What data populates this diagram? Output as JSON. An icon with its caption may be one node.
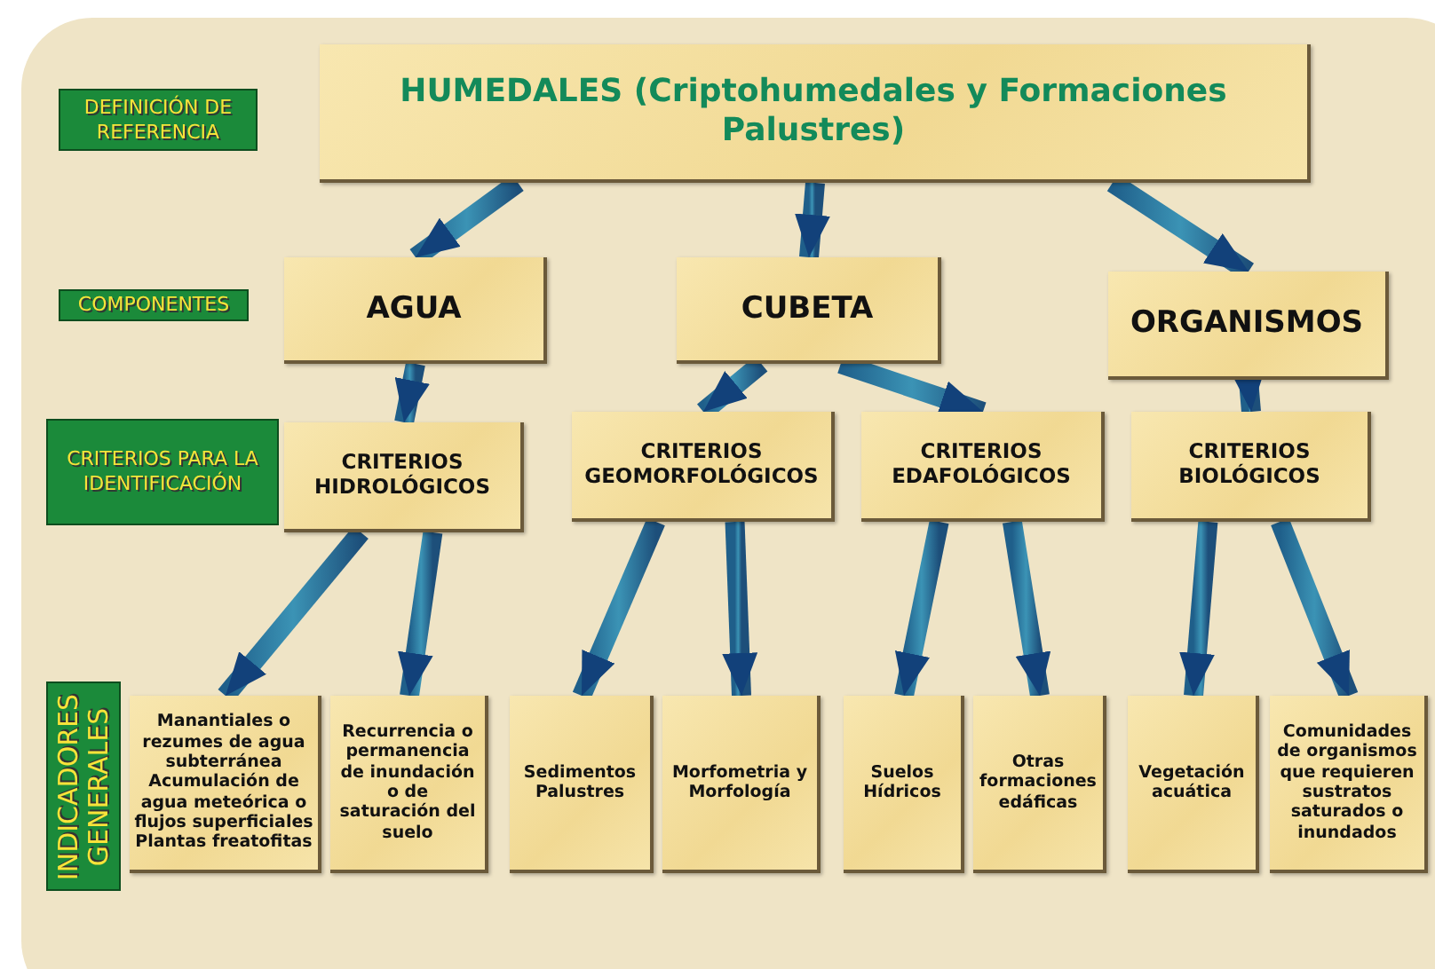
{
  "diagram": {
    "nodes": [
      {
        "text": [
          "HUMEDALES (Criptohumedales y Formaciones Palustres)"
        ]
      },
      {
        "text": [
          "AGUA"
        ]
      },
      {
        "text": [
          "CUBETA"
        ]
      },
      {
        "text": [
          "ORGANISMOS"
        ]
      },
      {
        "text": [
          "CRITERIOS HIDROLÓGICOS"
        ]
      },
      {
        "text": [
          "CRITERIOS GEOMORFOLÓGICOS"
        ]
      },
      {
        "text": [
          "CRITERIOS EDAFOLÓGICOS"
        ]
      },
      {
        "text": [
          "CRITERIOS BIOLÓGICOS"
        ]
      },
      {
        "text": [
          "Manantiales o rezumes de agua subterránea",
          "Acumulación de agua meteórica o flujos superficiales",
          "Plantas freatofitas"
        ]
      },
      {
        "text": [
          "Recurrencia o permanencia de inundación o de saturación del suelo"
        ]
      },
      {
        "text": [
          "Sedimentos Palustres"
        ]
      },
      {
        "text": [
          "Morfometria y Morfología"
        ]
      },
      {
        "text": [
          "Suelos Hídricos"
        ]
      },
      {
        "text": [
          "Otras formaciones edáficas"
        ]
      },
      {
        "text": [
          "Vegetación acuática"
        ]
      },
      {
        "text": [
          "Comunidades de organismos que requieren sustratos saturados o inundados"
        ]
      }
    ],
    "edges": [
      {
        "from": 0,
        "to": 1,
        "arrow": "to"
      },
      {
        "from": 0,
        "to": 2,
        "arrow": "to"
      },
      {
        "from": 0,
        "to": 3,
        "arrow": "to"
      },
      {
        "from": 1,
        "to": 4,
        "arrow": "to"
      },
      {
        "from": 2,
        "to": 5,
        "arrow": "to"
      },
      {
        "from": 2,
        "to": 6,
        "arrow": "to"
      },
      {
        "from": 3,
        "to": 7,
        "arrow": "to"
      },
      {
        "from": 4,
        "to": 8,
        "arrow": "to"
      },
      {
        "from": 4,
        "to": 9,
        "arrow": "to"
      },
      {
        "from": 5,
        "to": 10,
        "arrow": "to"
      },
      {
        "from": 5,
        "to": 11,
        "arrow": "to"
      },
      {
        "from": 6,
        "to": 12,
        "arrow": "to"
      },
      {
        "from": 6,
        "to": 13,
        "arrow": "to"
      },
      {
        "from": 7,
        "to": 14,
        "arrow": "to"
      },
      {
        "from": 7,
        "to": 15,
        "arrow": "to"
      }
    ],
    "labels": [
      "DEFINICIÓN DE REFERENCIA",
      "COMPONENTES",
      "CRITERIOS PARA LA IDENTIFICACIÓN",
      "INDICADORES GENERALES"
    ]
  }
}
